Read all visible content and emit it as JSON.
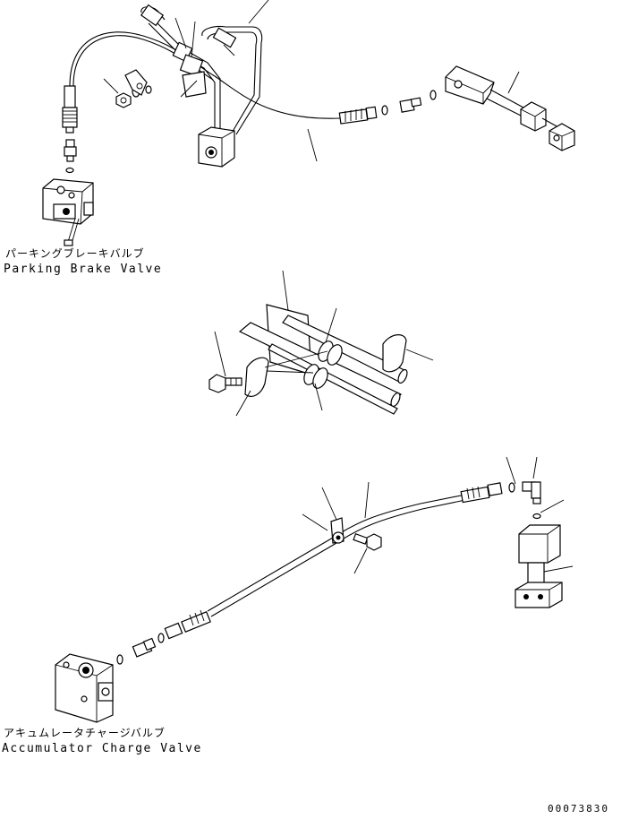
{
  "labels": {
    "parking_brake_valve_jp": "パーキングブレーキバルブ",
    "parking_brake_valve_en": "Parking Brake Valve",
    "accumulator_charge_valve_jp": "アキュムレータチャージバルブ",
    "accumulator_charge_valve_en": "Accumulator Charge Valve",
    "drawing_number": "00073830"
  },
  "colors": {
    "line": "#000000",
    "background": "#ffffff"
  }
}
